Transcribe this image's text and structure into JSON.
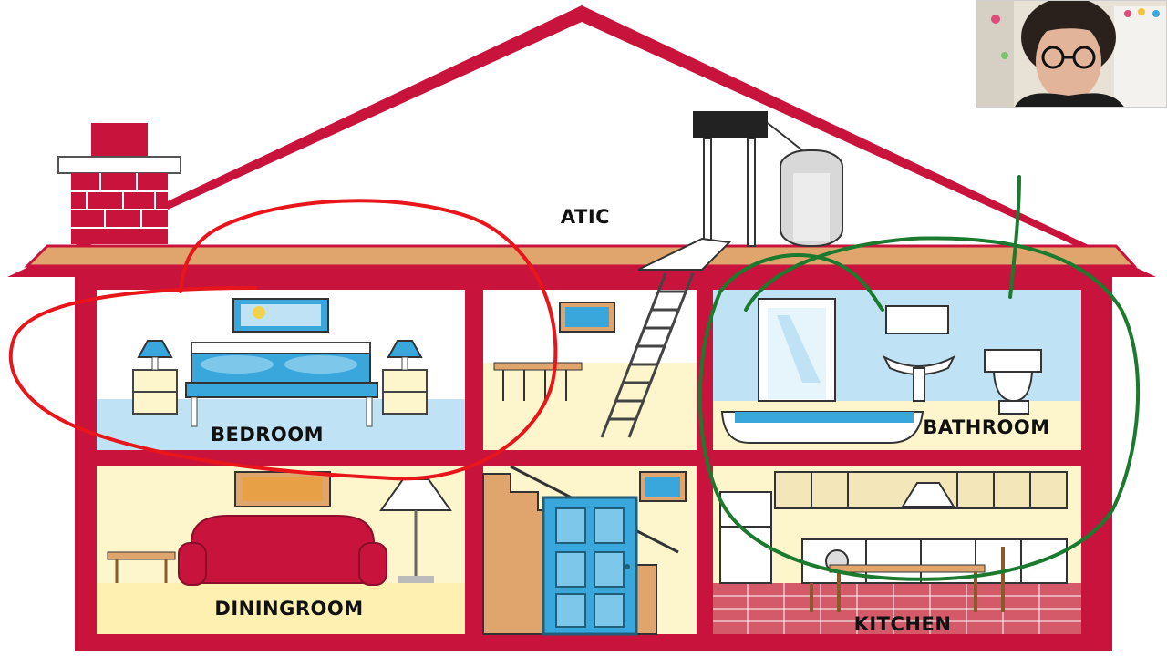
{
  "rooms": {
    "attic": "ATIC",
    "bedroom": "BEDROOM",
    "bathroom": "BATHROOM",
    "diningroom": "DININGROOM",
    "kitchen": "KITCHEN"
  },
  "colors": {
    "frame": "#c8143c",
    "floor_beam": "#e0a56c",
    "wall_cream": "#fdf6cc",
    "sky_blue": "#bfe3f5",
    "accent_blue": "#3aa7dc",
    "annotation_red": "#e8151b",
    "annotation_green": "#1b7a2e",
    "kitchen_tile": "#d45a6a"
  },
  "video_overlay": {
    "icon": "webcam-presenter"
  }
}
